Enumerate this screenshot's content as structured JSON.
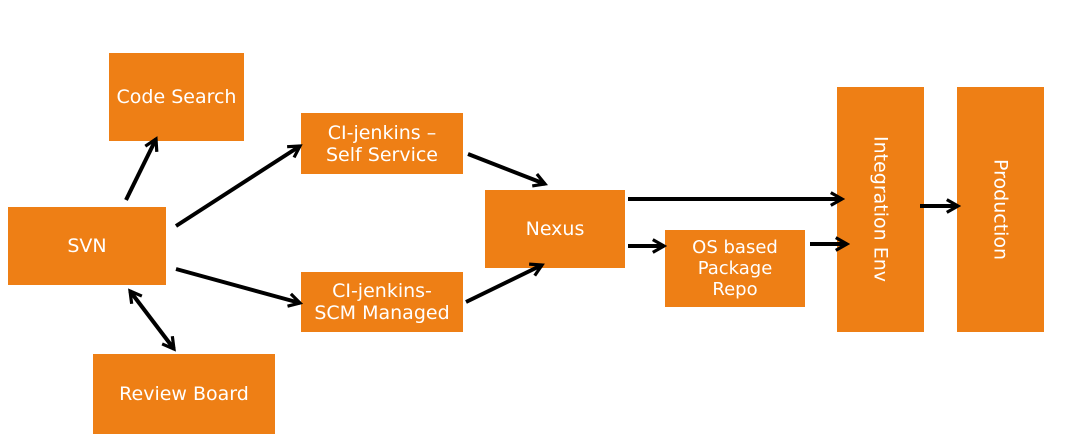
{
  "nodes": {
    "code_search": "Code Search",
    "svn": "SVN",
    "review_board": "Review Board",
    "ci_self_service": "CI-jenkins –\nSelf Service",
    "ci_scm_managed": "CI-jenkins-\nSCM Managed",
    "nexus": "Nexus",
    "os_package_repo": "OS based\nPackage\nRepo",
    "integration_env": "Integration Env",
    "production": "Production"
  },
  "colors": {
    "box_fill": "#ee7f15",
    "box_text": "#ffffff",
    "arrow": "#000000"
  }
}
